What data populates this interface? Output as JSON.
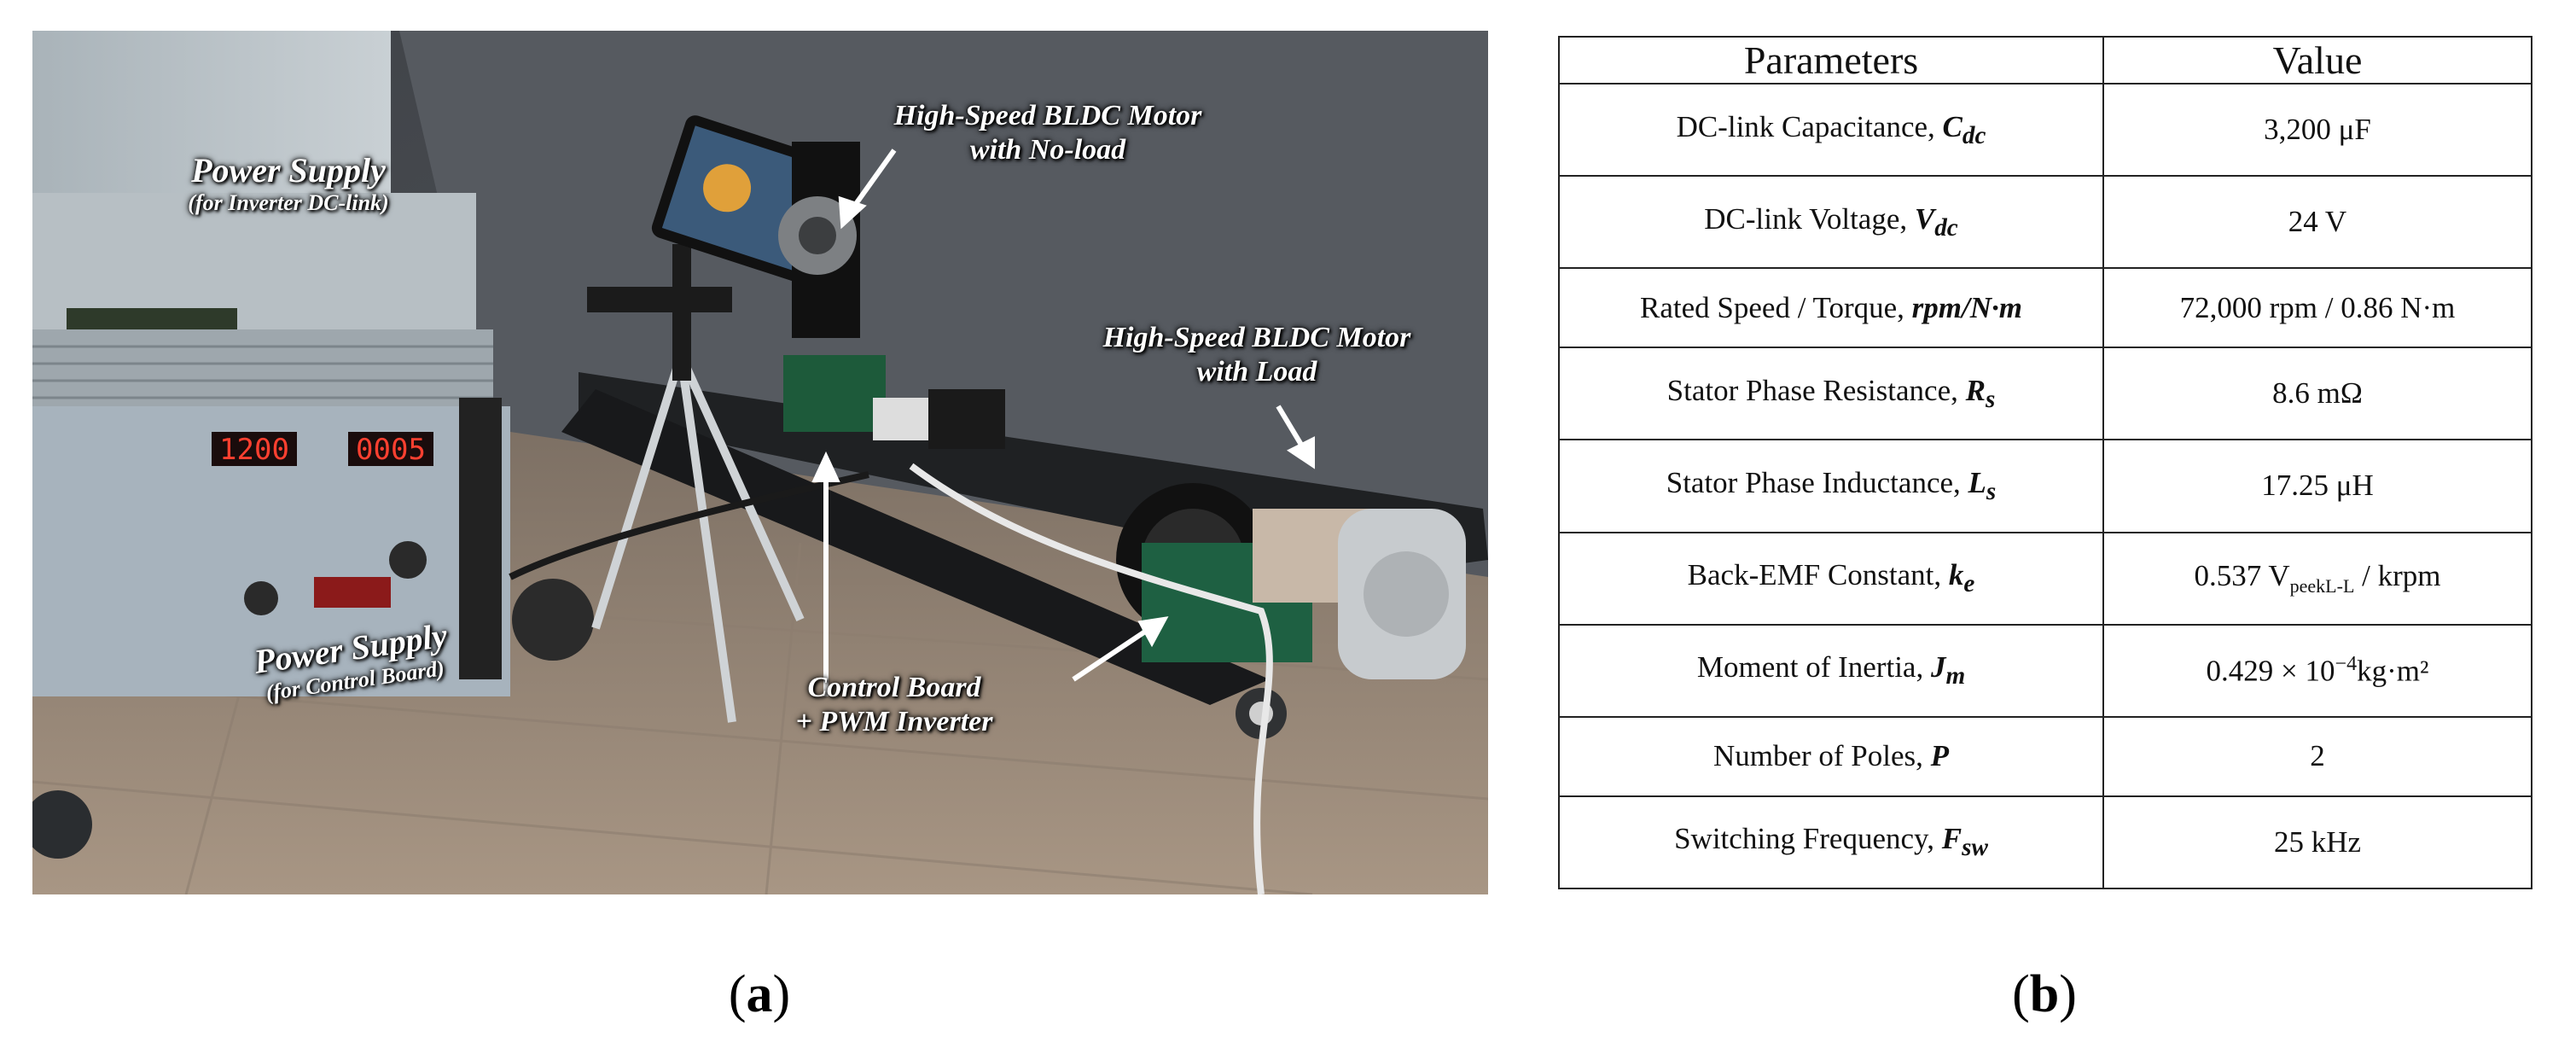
{
  "photo": {
    "callouts": {
      "supply_dc": {
        "line1": "Power Supply",
        "line2": "(for Inverter DC-link)"
      },
      "supply_ctrl": {
        "line1": "Power Supply",
        "line2": "(for Control Board)"
      },
      "motor_noload": {
        "line1": "High-Speed BLDC Motor",
        "line2": "with No-load"
      },
      "motor_load": {
        "line1": "High-Speed BLDC Motor",
        "line2": "with Load"
      },
      "control_board": {
        "line1": "Control Board",
        "line2": "+ PWM Inverter"
      }
    },
    "display_readouts": [
      "1200",
      "0005"
    ]
  },
  "table": {
    "header": {
      "param": "Parameters",
      "value": "Value"
    },
    "rows": [
      {
        "param": "DC-link Capacitance, ",
        "sym": "C",
        "sub": "dc",
        "value": "3,200 μF"
      },
      {
        "param": "DC-link Voltage, ",
        "sym": "V",
        "sub": "dc",
        "value": "24 V"
      },
      {
        "param": "Rated Speed / Torque, ",
        "sym": "rpm/N·m",
        "sub": "",
        "value": "72,000 rpm / 0.86 N·m"
      },
      {
        "param": "Stator Phase Resistance, ",
        "sym": "R",
        "sub": "s",
        "value": "8.6 mΩ"
      },
      {
        "param": "Stator Phase Inductance, ",
        "sym": "L",
        "sub": "s",
        "value": "17.25 μH"
      },
      {
        "param": "Back-EMF Constant, ",
        "sym": "k",
        "sub": "e",
        "value_main": "0.537 V",
        "value_sub": "peekL-L",
        "value_tail": " / krpm"
      },
      {
        "param": "Moment of Inertia, ",
        "sym": "J",
        "sub": "m",
        "value_main": "0.429 × 10",
        "value_sup": "−4",
        "value_tail": "kg·m²"
      },
      {
        "param": "Number of Poles, ",
        "sym": "P",
        "sub": "",
        "value": "2"
      },
      {
        "param": "Switching Frequency, ",
        "sym": "F",
        "sub": "sw",
        "value": "25 kHz"
      }
    ]
  },
  "labels": {
    "a": "a",
    "b": "b"
  }
}
